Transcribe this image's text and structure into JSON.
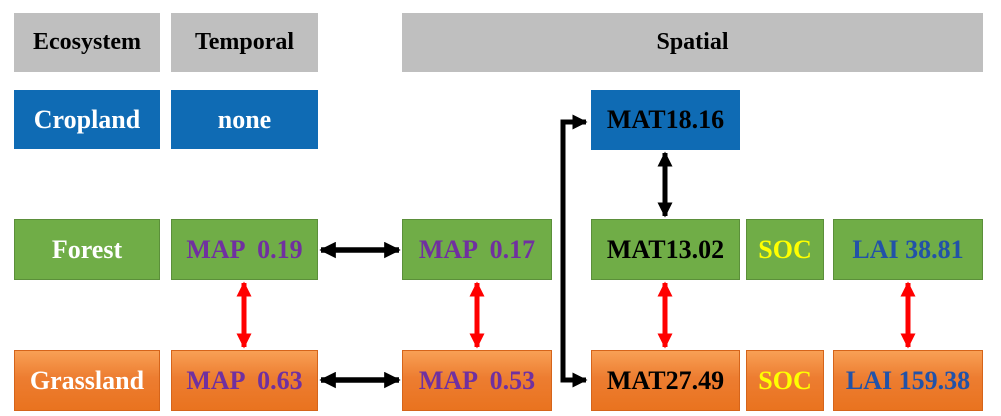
{
  "headers": {
    "ecosystem": "Ecosystem",
    "temporal": "Temporal",
    "spatial": "Spatial"
  },
  "rows": {
    "cropland": {
      "label": "Cropland",
      "temporal": "none",
      "mat": "MAT18.16"
    },
    "forest": {
      "label": "Forest",
      "temporal": "MAP  0.19",
      "spatial_map": "MAP  0.17",
      "mat": "MAT13.02",
      "soc": "SOC",
      "lai": "LAI 38.81"
    },
    "grassland": {
      "label": "Grassland",
      "temporal": "MAP  0.63",
      "spatial_map": "MAP  0.53",
      "mat": "MAT27.49",
      "soc": "SOC",
      "lai": "LAI 159.38"
    }
  },
  "colors": {
    "header_gray": "#bfbfbf",
    "cropland_blue": "#0f6bb4",
    "forest_green": "#70ad47",
    "grassland_orange": "#ed7d31",
    "map_text_purple": "#7030a0",
    "soc_text_yellow": "#ffff00",
    "lai_text_blue": "#2252a8",
    "vertical_arrow_red": "#ff0000",
    "connector_black": "#000000"
  }
}
